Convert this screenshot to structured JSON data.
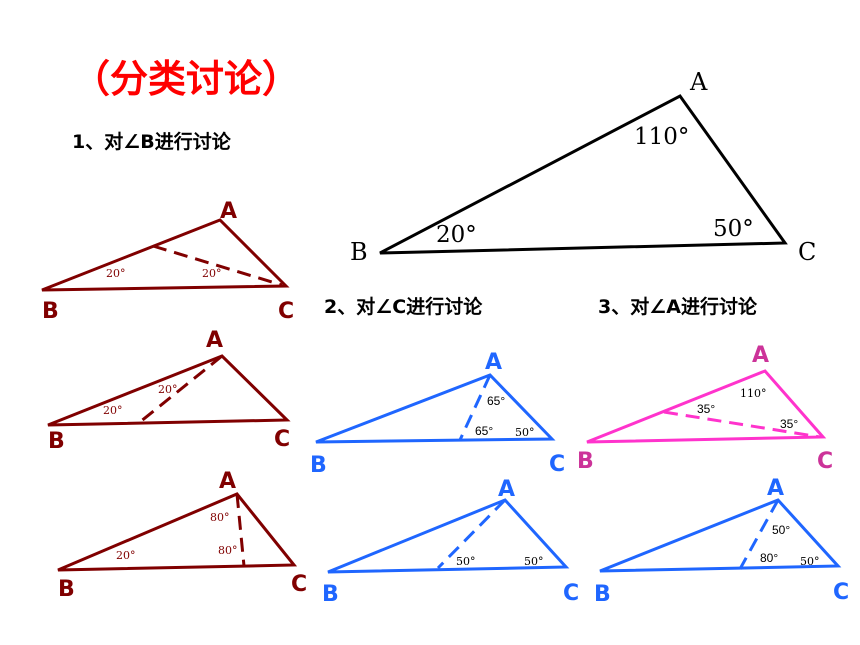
{
  "title": "（分类讨论）",
  "colors": {
    "title": "#ff0000",
    "main": "#000000",
    "case_b": "#800000",
    "case_c": "#1f66ff",
    "case_a_pink": "#ff33cc",
    "case_a_blue": "#1f66ff",
    "vertex_b": "#800000",
    "vertex_c": "#1f66ff",
    "vertex_a_pink": "#cc3399"
  },
  "case_labels": {
    "b": "1、对∠B进行讨论",
    "c": "2、对∠C进行讨论",
    "a": "3、对∠A进行讨论"
  },
  "main_triangle": {
    "vertices": {
      "a": "A",
      "b": "B",
      "c": "C"
    },
    "angles": {
      "a": "110°",
      "b": "20°",
      "c": "50°"
    }
  },
  "case_b": [
    {
      "vertices": {
        "a": "A",
        "b": "B",
        "c": "C"
      },
      "angles": [
        "20°",
        "20°"
      ]
    },
    {
      "vertices": {
        "a": "A",
        "b": "B",
        "c": "C"
      },
      "angles": [
        "20°",
        "20°"
      ]
    },
    {
      "vertices": {
        "a": "A",
        "b": "B",
        "c": "C"
      },
      "angles": [
        "20°",
        "80°",
        "80°"
      ]
    }
  ],
  "case_c": [
    {
      "vertices": {
        "a": "A",
        "b": "B",
        "c": "C"
      },
      "angles": [
        "65°",
        "65°",
        "50°"
      ]
    },
    {
      "vertices": {
        "a": "A",
        "b": "B",
        "c": "C"
      },
      "angles": [
        "50°",
        "50°"
      ]
    }
  ],
  "case_a": [
    {
      "vertices": {
        "a": "A",
        "b": "B",
        "c": "C"
      },
      "angles": [
        "110°",
        "35°",
        "35°"
      ]
    },
    {
      "vertices": {
        "a": "A",
        "b": "B",
        "c": "C"
      },
      "angles": [
        "50°",
        "80°",
        "50°"
      ]
    }
  ]
}
